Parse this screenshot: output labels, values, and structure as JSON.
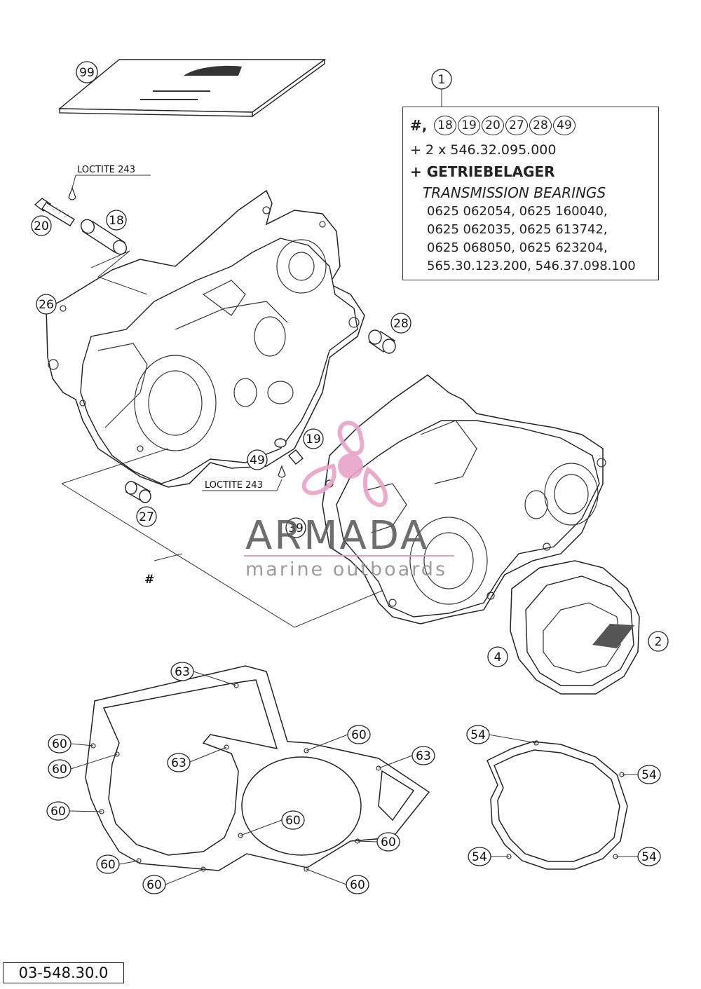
{
  "watermark": {
    "title": "ARMADA",
    "subtitle": "marine outboards",
    "accent_color": "#e8a3c8"
  },
  "callouts": {
    "c1": "1",
    "c2": "2",
    "c4": "4",
    "c18": "18",
    "c19": "19",
    "c20": "20",
    "c26": "26",
    "c27": "27",
    "c28": "28",
    "c39": "39",
    "c49": "49",
    "c99": "99",
    "c63": "63",
    "c60": "60",
    "c54": "54"
  },
  "labels": {
    "loctite_top": "LOCTITE 243",
    "loctite_mid": "LOCTITE 243",
    "hash_mark": "#"
  },
  "info_box": {
    "hash_prefix": "#,",
    "kit_items": [
      "18",
      "19",
      "20",
      "27",
      "28",
      "49"
    ],
    "screws": "+ 2 x 546.32.095.000",
    "bearings_de": "+ GETRIEBELAGER",
    "bearings_en": "TRANSMISSION BEARINGS",
    "part_lines": [
      "0625 062054, 0625 160040,",
      "0625 062035, 0625 613742,",
      "0625 068050, 0625 623204,",
      "565.30.123.200, 546.37.098.100"
    ]
  },
  "footer": {
    "diagram_number": "03-548.30.0"
  }
}
